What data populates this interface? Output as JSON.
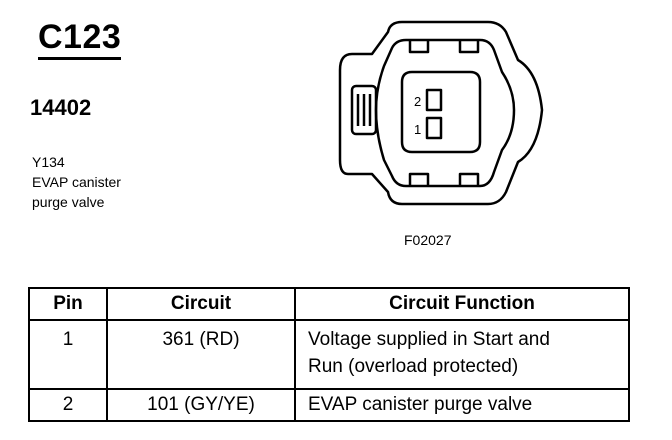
{
  "connector": {
    "id": "C123",
    "part_number": "14402",
    "description_lines": [
      "Y134",
      "EVAP canister",
      "purge valve"
    ]
  },
  "diagram": {
    "pin_labels": [
      "2",
      "1"
    ],
    "figure_code": "F02027"
  },
  "table": {
    "headers": [
      "Pin",
      "Circuit",
      "Circuit Function"
    ],
    "rows": [
      {
        "pin": "1",
        "circuit": "361 (RD)",
        "function_lines": [
          "Voltage supplied in Start and",
          "Run (overload protected)"
        ]
      },
      {
        "pin": "2",
        "circuit": "101 (GY/YE)",
        "function_lines": [
          "EVAP canister purge valve"
        ]
      }
    ]
  }
}
